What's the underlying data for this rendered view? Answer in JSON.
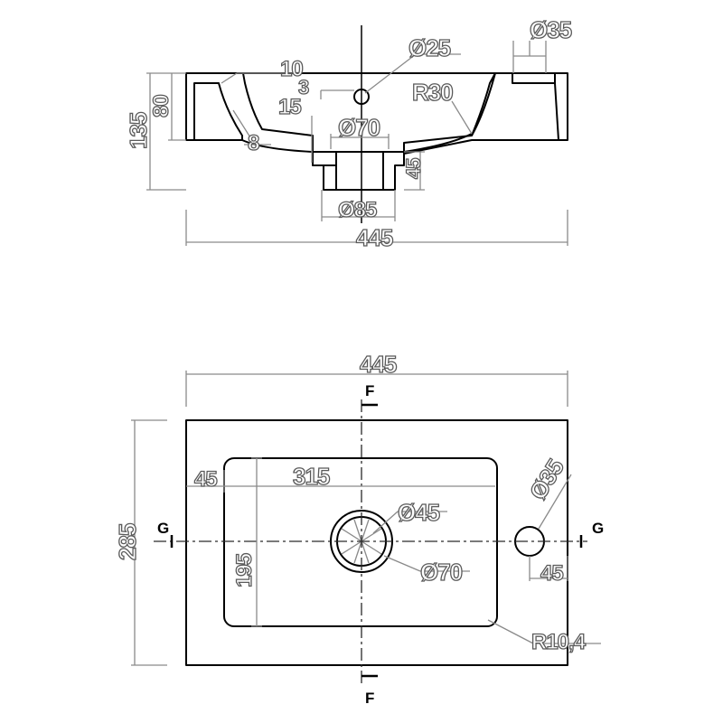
{
  "section_view": {
    "dimensions": {
      "hole_diameter_25": "Ø25",
      "hole_diameter_35_top": "Ø35",
      "rim_10": "10",
      "step_3": "3",
      "inner_height_80": "80",
      "total_height_135": "135",
      "offset_15": "15",
      "radius_30": "R30",
      "outlet_diameter_70": "Ø70",
      "wall_8": "8",
      "outlet_height_45": "45",
      "outlet_diameter_85": "Ø85",
      "total_width_445": "445"
    }
  },
  "plan_view": {
    "dimensions": {
      "total_width_445": "445",
      "bowl_offset_45": "45",
      "bowl_width_315": "315",
      "tap_hole_diameter_35": "Ø35",
      "drain_diameter_45": "Ø45",
      "drain_diameter_70": "Ø70",
      "bowl_depth_195": "195",
      "total_depth_285": "285",
      "tap_offset_45": "45",
      "corner_radius": "R10,4"
    },
    "section_markers": {
      "f_top": "F",
      "f_bottom": "F",
      "g_left": "G",
      "g_right": "G"
    }
  }
}
